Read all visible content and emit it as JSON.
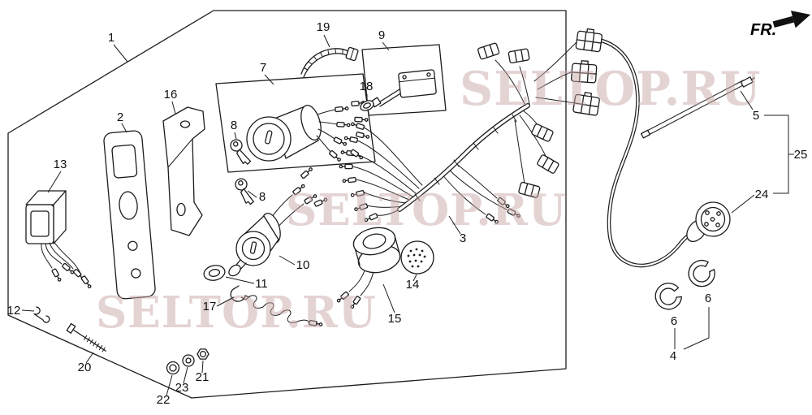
{
  "diagram": {
    "direction_label": "FR.",
    "watermark": "SELTOP.RU",
    "colors": {
      "line": "#1c1c1c",
      "watermark": "#c9a8a8",
      "background": "#ffffff"
    },
    "callouts": [
      {
        "ref": "1"
      },
      {
        "ref": "2"
      },
      {
        "ref": "3"
      },
      {
        "ref": "4"
      },
      {
        "ref": "5"
      },
      {
        "ref": "6"
      },
      {
        "ref": "6"
      },
      {
        "ref": "7"
      },
      {
        "ref": "8"
      },
      {
        "ref": "8"
      },
      {
        "ref": "9"
      },
      {
        "ref": "10"
      },
      {
        "ref": "11"
      },
      {
        "ref": "12"
      },
      {
        "ref": "13"
      },
      {
        "ref": "14"
      },
      {
        "ref": "15"
      },
      {
        "ref": "16"
      },
      {
        "ref": "17"
      },
      {
        "ref": "18"
      },
      {
        "ref": "19"
      },
      {
        "ref": "20"
      },
      {
        "ref": "21"
      },
      {
        "ref": "22"
      },
      {
        "ref": "23"
      },
      {
        "ref": "24"
      },
      {
        "ref": "25"
      }
    ]
  }
}
